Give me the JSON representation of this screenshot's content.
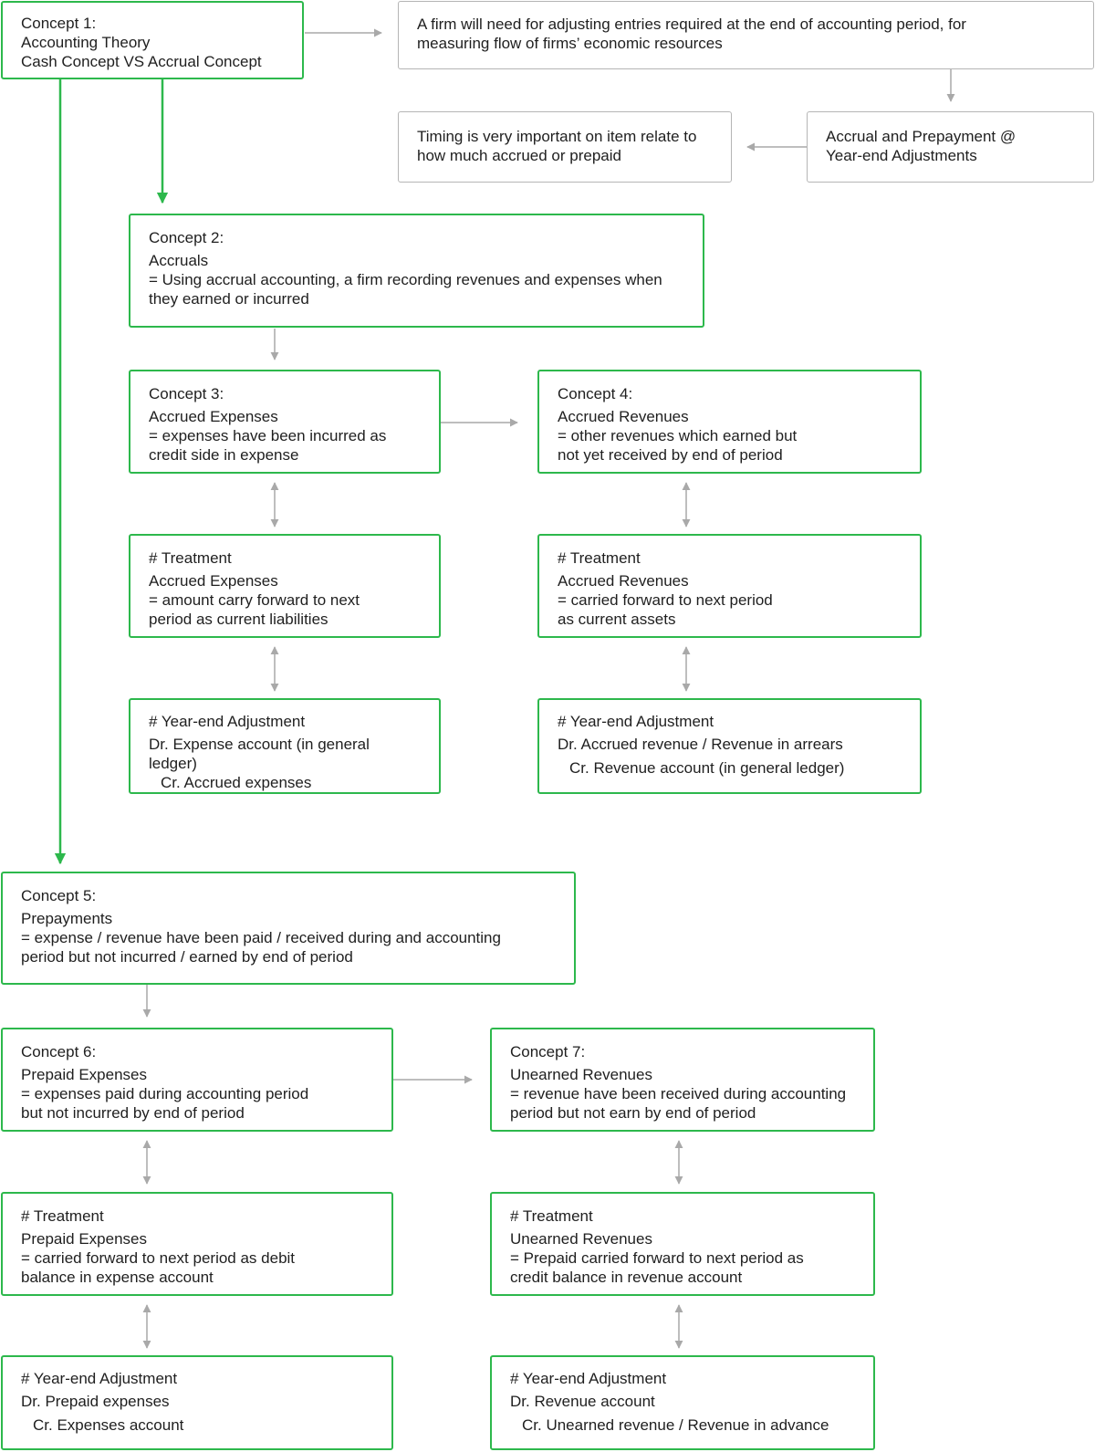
{
  "colors": {
    "accent": "#2db84c",
    "connector": "#a9a9a9",
    "grey_border": "#b5b5b5"
  },
  "c1": {
    "title": "Concept 1:",
    "name": "Accounting Theory",
    "desc": "Cash Concept VS Accrual Concept"
  },
  "note1": {
    "line1": "A firm will need for adjusting entries required at the end of accounting period, for",
    "line2": "measuring flow of firms’ economic resources"
  },
  "note2": {
    "line1": "Accrual and Prepayment @",
    "line2": "Year-end Adjustments"
  },
  "note3": {
    "line1": "Timing is very important on item relate to",
    "line2": "how much accrued or prepaid"
  },
  "c2": {
    "title": "Concept 2:",
    "name": "Accruals",
    "line1": "= Using accrual accounting, a firm recording revenues and expenses when",
    "line2": "they earned or incurred"
  },
  "c3": {
    "title": "Concept 3:",
    "name": "Accrued Expenses",
    "line1": "= expenses have been incurred as",
    "line2": "credit side in expense"
  },
  "c4": {
    "title": "Concept 4:",
    "name": "Accrued Revenues",
    "line1": "= other revenues which earned but",
    "line2": "not yet received by end of period"
  },
  "t3": {
    "title": "# Treatment",
    "name": "Accrued Expenses",
    "line1": "= amount carry forward to next",
    "line2": "period as current liabilities"
  },
  "t4": {
    "title": "# Treatment",
    "name": "Accrued Revenues",
    "line1": "= carried forward to next period",
    "line2": "as current assets"
  },
  "y3": {
    "title": "# Year-end Adjustment",
    "dr": "Dr. Expense account (in general ledger)",
    "cr": "Cr. Accrued expenses"
  },
  "y4": {
    "title": "# Year-end Adjustment",
    "dr": "Dr. Accrued revenue / Revenue in arrears",
    "cr": "Cr. Revenue account (in general ledger)"
  },
  "c5": {
    "title": "Concept 5:",
    "name": "Prepayments",
    "line1": "= expense / revenue have been paid / received during and accounting",
    "line2": "period but not incurred / earned by end of period"
  },
  "c6": {
    "title": "Concept 6:",
    "name": "Prepaid Expenses",
    "line1": "= expenses paid during accounting period",
    "line2": "but not incurred by end of period"
  },
  "c7": {
    "title": "Concept 7:",
    "name": "Unearned Revenues",
    "line1": "= revenue have been received during accounting",
    "line2": "period but not earn by end of period"
  },
  "t6": {
    "title": "# Treatment",
    "name": "Prepaid Expenses",
    "line1": "= carried forward to next period as debit",
    "line2": "balance in expense account"
  },
  "t7": {
    "title": "# Treatment",
    "name": "Unearned Revenues",
    "line1": "= Prepaid carried forward to next period as",
    "line2": "credit balance in revenue account"
  },
  "y6": {
    "title": "# Year-end Adjustment",
    "dr": "Dr. Prepaid expenses",
    "cr": "Cr. Expenses account"
  },
  "y7": {
    "title": "# Year-end Adjustment",
    "dr": "Dr. Revenue account",
    "cr": "Cr. Unearned revenue / Revenue in advance"
  }
}
